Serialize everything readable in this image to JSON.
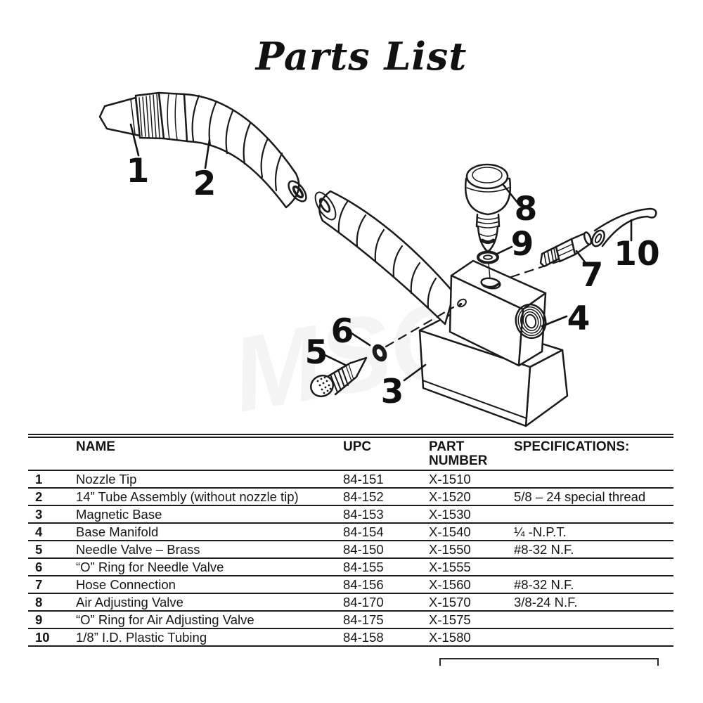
{
  "page": {
    "title": "Parts List"
  },
  "diagram": {
    "watermark": "MSC",
    "callouts": [
      "1",
      "2",
      "3",
      "4",
      "5",
      "6",
      "7",
      "8",
      "9",
      "10"
    ]
  },
  "table": {
    "headers": {
      "no": "",
      "name": "NAME",
      "upc": "UPC",
      "part_number": "PART NUMBER",
      "specifications": "SPECIFICATIONS:"
    },
    "rows": [
      {
        "no": "1",
        "name": "Nozzle Tip",
        "upc": "84-151",
        "part": "X-1510",
        "spec": ""
      },
      {
        "no": "2",
        "name": "14” Tube Assembly (without nozzle tip)",
        "upc": "84-152",
        "part": "X-1520",
        "spec": "5/8 – 24 special thread"
      },
      {
        "no": "3",
        "name": "Magnetic Base",
        "upc": "84-153",
        "part": "X-1530",
        "spec": ""
      },
      {
        "no": "4",
        "name": "Base Manifold",
        "upc": "84-154",
        "part": "X-1540",
        "spec": "¼ -N.P.T."
      },
      {
        "no": "5",
        "name": "Needle Valve – Brass",
        "upc": "84-150",
        "part": "X-1550",
        "spec": "#8-32 N.F."
      },
      {
        "no": "6",
        "name": "“O” Ring for Needle Valve",
        "upc": "84-155",
        "part": "X-1555",
        "spec": ""
      },
      {
        "no": "7",
        "name": "Hose Connection",
        "upc": "84-156",
        "part": "X-1560",
        "spec": "#8-32 N.F."
      },
      {
        "no": "8",
        "name": "Air Adjusting Valve",
        "upc": "84-170",
        "part": "X-1570",
        "spec": "3/8-24 N.F."
      },
      {
        "no": "9",
        "name": "“O” Ring for Air Adjusting Valve",
        "upc": "84-175",
        "part": "X-1575",
        "spec": ""
      },
      {
        "no": "10",
        "name": "1/8” I.D. Plastic Tubing",
        "upc": "84-158",
        "part": "X-1580",
        "spec": ""
      }
    ]
  }
}
